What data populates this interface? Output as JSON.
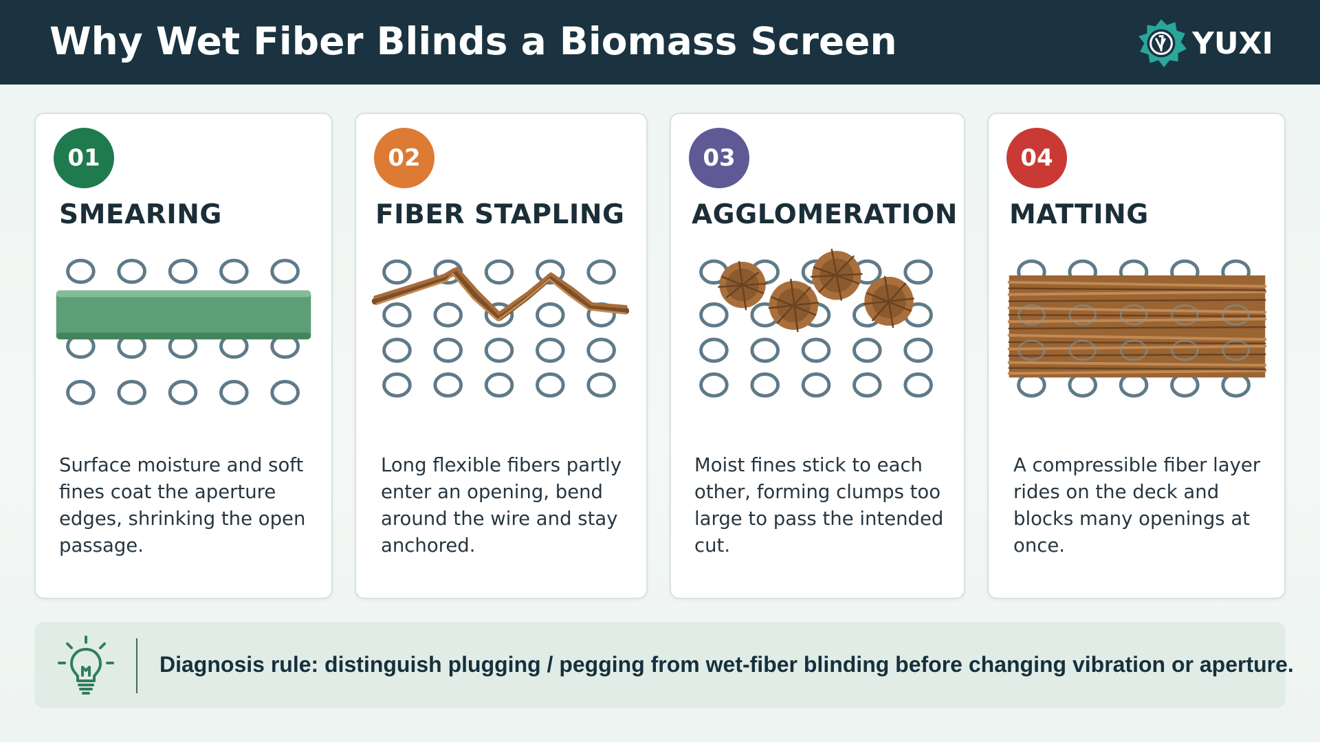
{
  "header": {
    "title": "Why Wet Fiber Blinds a Biomass Screen",
    "brand": "YUXI",
    "brand_mark_icon": "gear-logo-icon"
  },
  "colors": {
    "header_bg": "#1b3340",
    "smearing": "#1f7a4e",
    "stapling": "#dd7a33",
    "agglomeration": "#5f5a96",
    "matting": "#c93a34",
    "fiber": "#9a6433",
    "ring": "#5f7a88"
  },
  "cards": [
    {
      "number": "01",
      "title": "SMEARING",
      "description": "Surface moisture and soft fines coat the aperture edges, shrinking the open passage.",
      "illustration_icon": "smeared-screen-icon"
    },
    {
      "number": "02",
      "title": "FIBER STAPLING",
      "description": "Long flexible fibers partly enter an opening, bend around the wire and stay anchored.",
      "illustration_icon": "stapled-fiber-screen-icon"
    },
    {
      "number": "03",
      "title": "AGGLOMERATION",
      "description": "Moist fines stick to each other, forming clumps too large to pass the intended cut.",
      "illustration_icon": "fiber-clumps-screen-icon"
    },
    {
      "number": "04",
      "title": "MATTING",
      "description": "A compressible fiber layer rides on the deck and blocks many openings at once.",
      "illustration_icon": "fiber-mat-screen-icon"
    }
  ],
  "rule": {
    "text": "Diagnosis rule: distinguish plugging / pegging from wet-fiber blinding before changing vibration or aperture.",
    "icon": "lightbulb-icon"
  }
}
